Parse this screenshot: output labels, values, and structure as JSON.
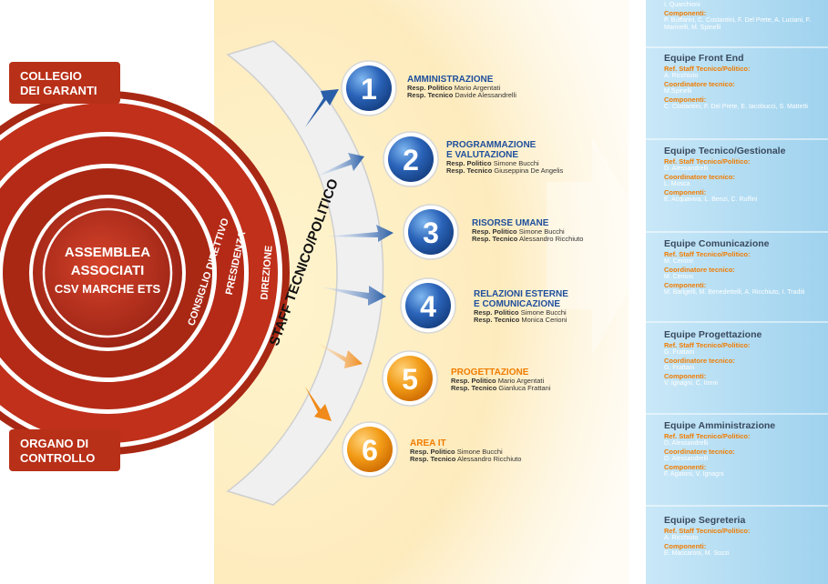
{
  "left_boxes": {
    "collegio": "COLLEGIO DEI GARANTI",
    "collegio_l1": "COLLEGIO",
    "collegio_l2": "DEI GARANTI",
    "organo_l1": "ORGANO DI",
    "organo_l2": "CONTROLLO",
    "organo": "ORGANO DI CONTROLLO"
  },
  "center": {
    "line1": "ASSEMBLEA",
    "line2": "ASSOCIATI",
    "line3": "CSV MARCHE ETS"
  },
  "arcs": {
    "consiglio": "CONSIGLIO DIRETTIVO",
    "presidenza": "PRESIDENZA",
    "direzione": "DIREZIONE",
    "staff": "STAFF TECNICO/POLITICO"
  },
  "areas": [
    {
      "number": "1",
      "title_lines": [
        "AMMINISTRAZIONE"
      ],
      "politico_label": "Resp. Politico",
      "politico": "Mario Argentati",
      "tecnico_label": "Resp. Tecnico",
      "tecnico": "Davide Alessandrelli",
      "color": "blue"
    },
    {
      "number": "2",
      "title_lines": [
        "PROGRAMMAZIONE",
        "E VALUTAZIONE"
      ],
      "politico_label": "Resp. Politico",
      "politico": "Simone Bucchi",
      "tecnico_label": "Resp. Tecnico",
      "tecnico": "Giuseppina De Angelis",
      "color": "blue"
    },
    {
      "number": "3",
      "title_lines": [
        "RISORSE UMANE"
      ],
      "politico_label": "Resp. Politico",
      "politico": "Simone Bucchi",
      "tecnico_label": "Resp. Tecnico",
      "tecnico": "Alessandro Ricchiuto",
      "color": "blue"
    },
    {
      "number": "4",
      "title_lines": [
        "RELAZIONI ESTERNE",
        "E COMUNICAZIONE"
      ],
      "politico_label": "Resp. Politico",
      "politico": "Simone Bucchi",
      "tecnico_label": "Resp. Tecnico",
      "tecnico": "Monica Cerioni",
      "color": "blue"
    },
    {
      "number": "5",
      "title_lines": [
        "PROGETTAZIONE"
      ],
      "politico_label": "Resp. Politico",
      "politico": "Mario Argentati",
      "tecnico_label": "Resp. Tecnico",
      "tecnico": "Gianluca Frattani",
      "color": "orange"
    },
    {
      "number": "6",
      "title_lines": [
        "AREA IT"
      ],
      "politico_label": "Resp. Politico",
      "politico": "Simone Bucchi",
      "tecnico_label": "Resp. Tecnico",
      "tecnico": "Alessandro Ricchiuto",
      "color": "orange"
    }
  ],
  "equipe_top": {
    "head": "I. Quarchioni",
    "componenti_label": "Componenti:",
    "componenti": "P. Buffarini, C. Costantini, F. Del Prete, A. Luciani, F. Marinelli, M. Spinelli"
  },
  "equipes": [
    {
      "title": "Equipe Front End",
      "ref_label": "Ref. Staff Tecnico/Politico:",
      "ref": "A. Ricchiuto",
      "coord_label": "Coordinatore tecnico:",
      "coord": "M.Spinelli",
      "comp_label": "Componenti:",
      "comp": "C. Costantini, F. Del Prete, E. Iacobucci, S. Mattetti"
    },
    {
      "title": "Equipe Tecnico/Gestionale",
      "ref_label": "Ref. Staff Tecnico/Politico:",
      "ref": "D. Alessandrelli",
      "coord_label": "Coordinatore tecnico:",
      "coord": "L. Mosca",
      "comp_label": "Componenti:",
      "comp": "E. Acquaviva, L. Benzi, C. Ruffini"
    },
    {
      "title": "Equipe Comunicazione",
      "ref_label": "Ref. Staff Tecnico/Politico:",
      "ref": "M. Cerioni",
      "coord_label": "Coordinatore tecnico:",
      "coord": "M. Cerioni",
      "comp_label": "Componenti:",
      "comp": "M. Barigelli, M. Benedettelli, A. Ricchiuto, I. Traditi"
    },
    {
      "title": "Equipe Progettazione",
      "ref_label": "Ref. Staff Tecnico/Politico:",
      "ref": "G. Frattani",
      "coord_label": "Coordinatore tecnico:",
      "coord": "G. Frattani",
      "comp_label": "Componenti:",
      "comp": "V. Ignagni, C. Ionni"
    },
    {
      "title": "Equipe Amministrazione",
      "ref_label": "Ref. Staff Tecnico/Politico:",
      "ref": "D. Alessandrelli",
      "coord_label": "Coordinatore tecnico:",
      "coord": "D. Alessandrelli",
      "comp_label": "Componenti:",
      "comp": "F. Agatoni, V. Ignagni"
    },
    {
      "title": "Equipe Segreteria",
      "ref_label": "Ref. Staff Tecnico/Politico:",
      "ref": "A. Ricchiuto",
      "comp_label": "Componenti:",
      "comp": "E. Maccaroni, M. Sozzi"
    }
  ],
  "colors": {
    "red_dark": "#8e1c10",
    "red_mid": "#c0301a",
    "orange_red": "#d4461f",
    "blue": "#1e4f9c",
    "orange": "#f07c00",
    "panel": "#a9d8f0"
  }
}
